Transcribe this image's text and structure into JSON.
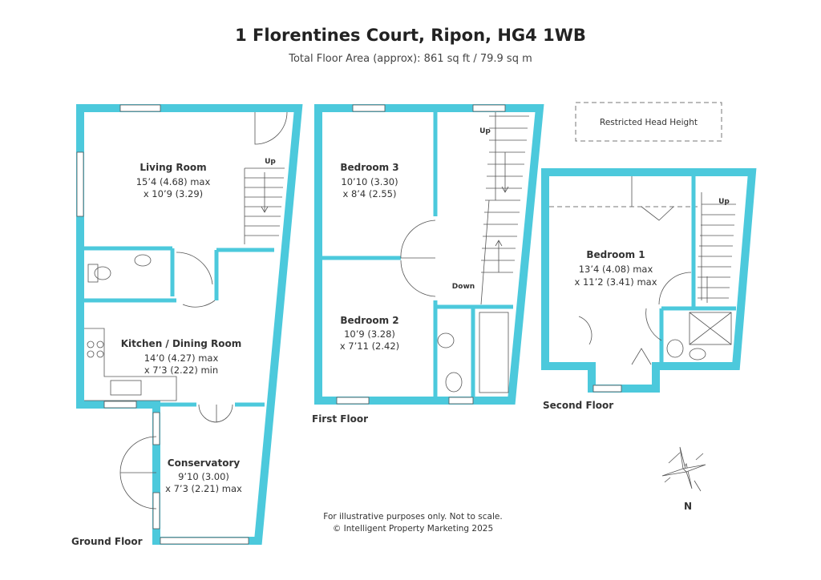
{
  "header": {
    "title": "1 Florentines Court, Ripon, HG4 1WB",
    "subtitle": "Total Floor Area (approx): 861 sq ft / 79.9 sq m"
  },
  "rooms": {
    "living": {
      "name": "Living Room",
      "dim1": "15’4 (4.68) max",
      "dim2": "x 10’9 (3.29)"
    },
    "kitchen": {
      "name": "Kitchen / Dining Room",
      "dim1": "14’0 (4.27) max",
      "dim2": "x 7’3 (2.22) min"
    },
    "conservatory": {
      "name": "Conservatory",
      "dim1": "9’10 (3.00)",
      "dim2": "x 7’3 (2.21) max"
    },
    "bedroom3": {
      "name": "Bedroom 3",
      "dim1": "10’10 (3.30)",
      "dim2": "x 8’4 (2.55)"
    },
    "bedroom2": {
      "name": "Bedroom 2",
      "dim1": "10’9 (3.28)",
      "dim2": "x 7’11 (2.42)"
    },
    "bedroom1": {
      "name": "Bedroom 1",
      "dim1": "13’4 (4.08) max",
      "dim2": "x 11’2 (3.41) max"
    }
  },
  "floors": {
    "ground": "Ground Floor",
    "first": "First Floor",
    "second": "Second Floor"
  },
  "stairs": {
    "ground_up": "Up",
    "first_up": "Up",
    "first_down": "Down",
    "second_up": "Up"
  },
  "legend": {
    "restricted": "Restricted Head Height"
  },
  "footer": {
    "line1": "For illustrative purposes only. Not to scale.",
    "line2": "© Intelligent Property Marketing 2025"
  },
  "compass": {
    "north": "N"
  },
  "colors": {
    "wall": "#4cc9dc",
    "text": "#333333"
  }
}
